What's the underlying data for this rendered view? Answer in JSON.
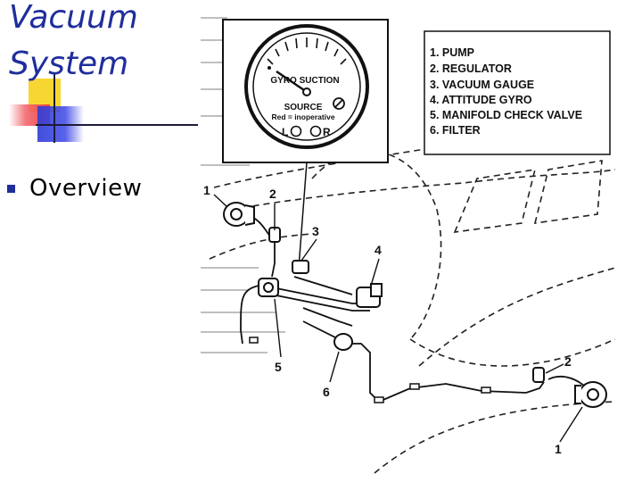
{
  "slide": {
    "title_line1": "Vacuum",
    "title_line2": "System",
    "bullet": "Overview"
  },
  "gauge": {
    "label_top": "GYRO SUCTION",
    "label_source": "SOURCE",
    "label_note": "Red = inoperative",
    "label_left": "L",
    "label_right": "R"
  },
  "legend": [
    "1.  PUMP",
    "2.  REGULATOR",
    "3.  VACUUM GAUGE",
    "4.  ATTITUDE GYRO",
    "5.  MANIFOLD CHECK VALVE",
    "6.  FILTER"
  ],
  "callouts": {
    "c1a": "1",
    "c2a": "2",
    "c3": "3",
    "c4": "4",
    "c5": "5",
    "c6": "6",
    "c2b": "2",
    "c1b": "1"
  },
  "colors": {
    "title": "#1f2e9c",
    "deco_yellow": "#f7d21c",
    "deco_red": "#e8313a",
    "deco_blue": "#2d3bd6",
    "ink": "#111111"
  }
}
